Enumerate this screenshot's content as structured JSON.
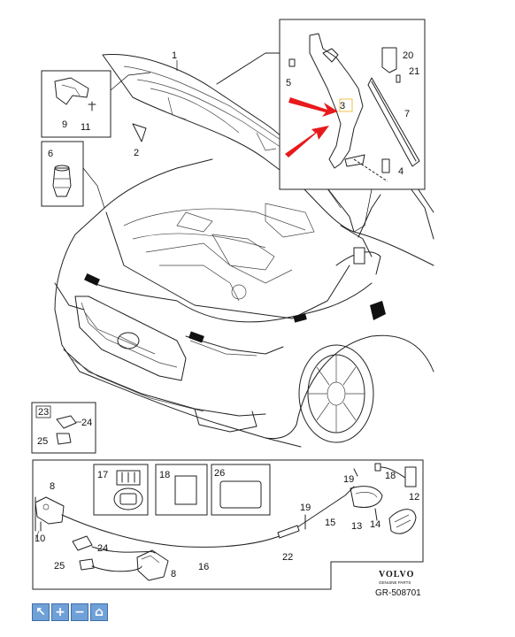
{
  "callouts": {
    "c1": "1",
    "c2": "2",
    "c3": "3",
    "c4": "4",
    "c5": "5",
    "c6": "6",
    "c7": "7",
    "c8a": "8",
    "c8b": "8",
    "c9": "9",
    "c10": "10",
    "c11": "11",
    "c12": "12",
    "c13": "13",
    "c14": "14",
    "c15": "15",
    "c16": "16",
    "c17": "17",
    "c18": "18",
    "c18b": "18",
    "c19": "19",
    "c19b": "19",
    "c20": "20",
    "c21": "21",
    "c22": "22",
    "c23": "23",
    "c24": "24",
    "c24b": "24",
    "c25": "25",
    "c25b": "25",
    "c26": "26"
  },
  "branding": {
    "logo_text": "VOLVO",
    "logo_subtext": "GENUINE PARTS",
    "diagram_code": "GR-508701"
  },
  "colors": {
    "line": "#222222",
    "arrow": "#e8191c",
    "highlight_box": "#f0c14a",
    "toolbar": "#6fa0d8"
  },
  "toolbar": {
    "buttons": [
      {
        "icon": "cursor-arrow-icon",
        "glyph": "↖"
      },
      {
        "icon": "zoom-in-icon",
        "glyph": "+"
      },
      {
        "icon": "zoom-out-icon",
        "glyph": "−"
      },
      {
        "icon": "home-icon",
        "glyph": "⌂"
      }
    ]
  }
}
